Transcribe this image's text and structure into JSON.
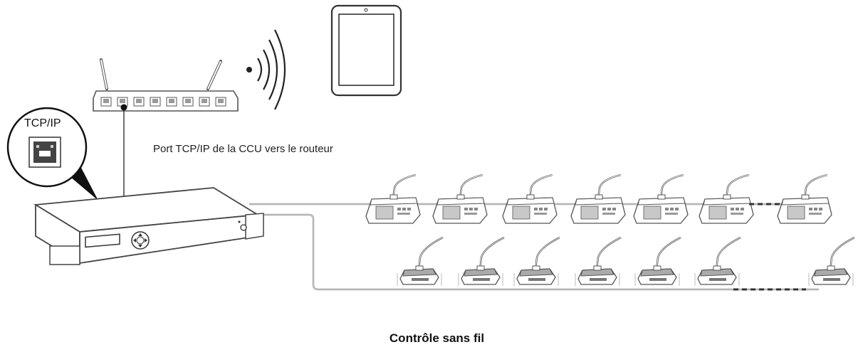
{
  "labels": {
    "tcpip": "TCP/IP",
    "port_caption": "Port TCP/IP de la CCU vers le routeur",
    "bottom_caption": "Contrôle sans fil"
  },
  "colors": {
    "line": "#555555",
    "cable": "#9a9a9a",
    "device_fill": "#ffffff",
    "screen": "#bfbfbf"
  },
  "devices": {
    "router_ports": 8,
    "upper_row_units": 7,
    "lower_row_units": 7
  }
}
